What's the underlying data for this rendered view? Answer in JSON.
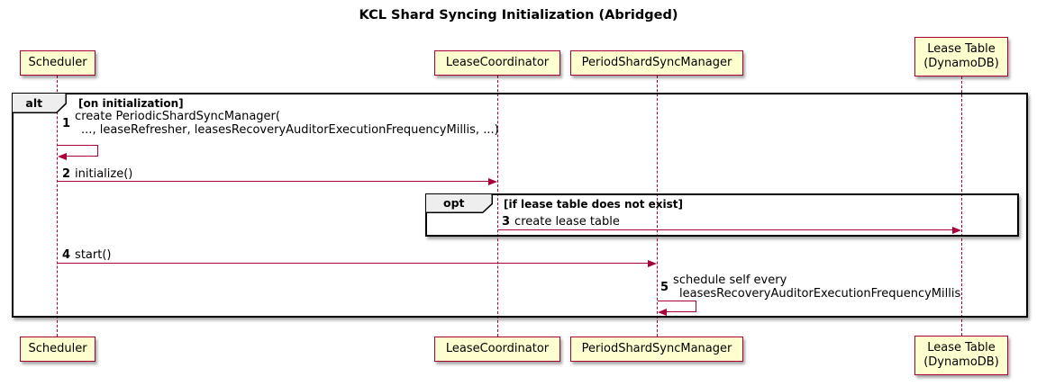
{
  "title": "KCL Shard Syncing Initialization (Abridged)",
  "colors": {
    "accent": "#A80036",
    "participant_fill": "#FEFECE",
    "frame_label_fill": "#EEEEEE",
    "frame_border": "#000000",
    "background": "#FFFFFF"
  },
  "participants": [
    {
      "id": "scheduler",
      "lines": [
        "Scheduler"
      ]
    },
    {
      "id": "lease-coordinator",
      "lines": [
        "LeaseCoordinator"
      ]
    },
    {
      "id": "period-shard-sync-manager",
      "lines": [
        "PeriodShardSyncManager"
      ]
    },
    {
      "id": "lease-table",
      "lines": [
        "Lease Table",
        "(DynamoDB)"
      ]
    }
  ],
  "frames": {
    "alt": {
      "keyword": "alt",
      "condition": "[on initialization]"
    },
    "opt": {
      "keyword": "opt",
      "condition": "[if lease table does not exist]"
    }
  },
  "messages": [
    {
      "num": "1",
      "from": "scheduler",
      "to": "scheduler",
      "lines": [
        "create PeriodicShardSyncManager(",
        "..., leaseRefresher, leasesRecoveryAuditorExecutionFrequencyMillis, ...)"
      ]
    },
    {
      "num": "2",
      "from": "scheduler",
      "to": "lease-coordinator",
      "lines": [
        "initialize()"
      ]
    },
    {
      "num": "3",
      "from": "lease-coordinator",
      "to": "lease-table",
      "lines": [
        "create lease table"
      ]
    },
    {
      "num": "4",
      "from": "scheduler",
      "to": "period-shard-sync-manager",
      "lines": [
        "start()"
      ]
    },
    {
      "num": "5",
      "from": "period-shard-sync-manager",
      "to": "period-shard-sync-manager",
      "lines": [
        "schedule self every",
        "leasesRecoveryAuditorExecutionFrequencyMillis"
      ]
    }
  ]
}
